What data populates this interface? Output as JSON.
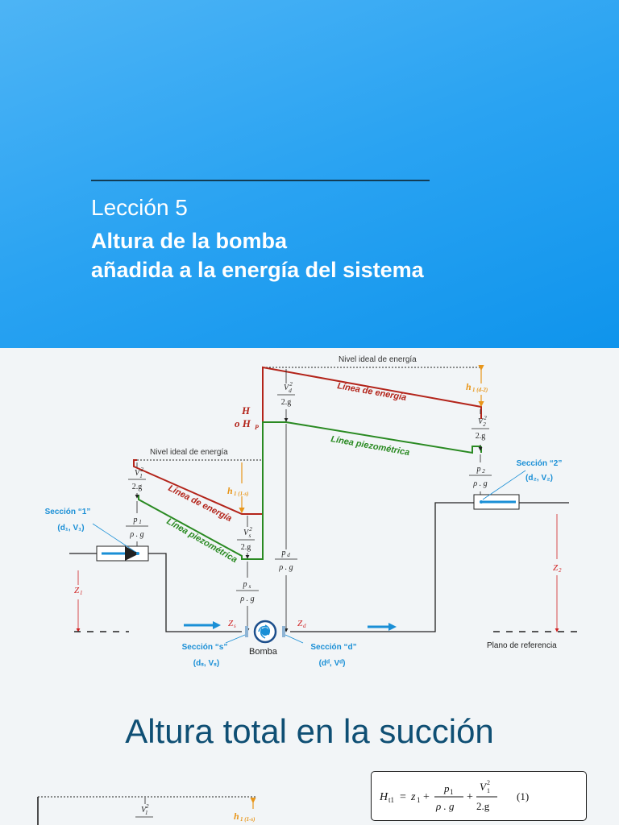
{
  "header": {
    "lesson": "Lección 5",
    "title_line1": "Altura de la bomba",
    "title_line2": "añadida a la energía del sistema"
  },
  "diagram": {
    "ideal_level_top": "Nivel ideal de energía",
    "ideal_level_left": "Nivel ideal de energía",
    "energy_line": "Línea de energía",
    "piezo_line": "Línea piezométrica",
    "pump_head_h": "H",
    "pump_head_o": "o H",
    "pump_head_sub": "P",
    "loss_discharge": "h",
    "loss_discharge_sub": "1 (d-2)",
    "loss_suction": "h",
    "loss_suction_sub": "1 (1-s)",
    "section1_title": "Sección “1”",
    "section1_vars": "(d₁, V₁)",
    "section2_title": "Sección “2”",
    "section2_vars": "(d₂, V₂)",
    "sections_title": "Sección  “s”",
    "sections_vars": "(dₛ, Vₛ)",
    "sectiond_title": "Sección  “d”",
    "sectiond_vars": "(dᵈ, Vᵈ)",
    "pump": "Bomba",
    "datum": "Plano de referencia",
    "z1": "Z",
    "z1_sub": "1",
    "z2": "Z",
    "z2_sub": "2",
    "zs": "Z",
    "zs_sub": "s",
    "zd": "Z",
    "zd_sub": "d",
    "velocity_letter": "V",
    "sq": "2",
    "two_g": "2.g",
    "pressure_letter": "p",
    "rho_g": "ρ . g",
    "sub_1": "1",
    "sub_2": "2",
    "sub_s": "s",
    "sub_d": "d"
  },
  "section_heading": "Altura total en la succión",
  "equation": {
    "lhs": "H",
    "lhs_sub": "t1",
    "eq": "=",
    "z": "z",
    "z_sub": "1",
    "plus": "+",
    "p": "p",
    "p_sub": "1",
    "denom": "ρ . g",
    "v": "V",
    "v_sub": "1",
    "v_sup": "2",
    "two_g": "2.g",
    "number": "(1)"
  },
  "colors": {
    "header_top": "#4db4f5",
    "header_bottom": "#0f94ec",
    "energy_line": "#b3241a",
    "piezo_line": "#2a8a22",
    "section_label": "#1a8fd6",
    "loss_label": "#e8961a",
    "z_label": "#d02020",
    "heading": "#0f4f74"
  }
}
